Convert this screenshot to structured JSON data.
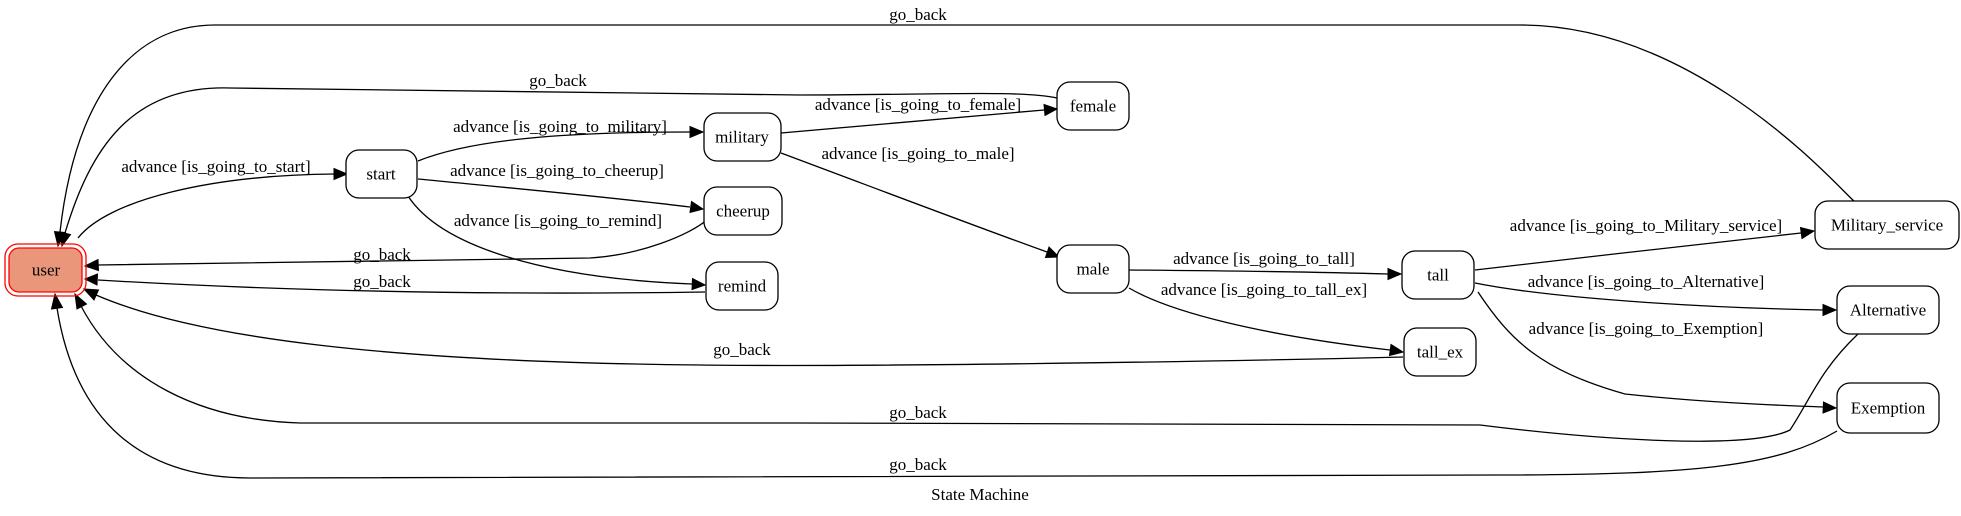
{
  "title": "State Machine",
  "colors": {
    "initial_fill": "#e9967a",
    "initial_stroke": "#ff0000",
    "node_stroke": "#000000",
    "edge": "#000000"
  },
  "nodes": {
    "user": "user",
    "start": "start",
    "military": "military",
    "cheerup": "cheerup",
    "remind": "remind",
    "female": "female",
    "male": "male",
    "tall": "tall",
    "tall_ex": "tall_ex",
    "military_service": "Military_service",
    "alternative": "Alternative",
    "exemption": "Exemption"
  },
  "edges": [
    {
      "from": "user",
      "to": "start",
      "label": "advance [is_going_to_start]"
    },
    {
      "from": "start",
      "to": "military",
      "label": "advance [is_going_to_military]"
    },
    {
      "from": "start",
      "to": "cheerup",
      "label": "advance [is_going_to_cheerup]"
    },
    {
      "from": "start",
      "to": "remind",
      "label": "advance [is_going_to_remind]"
    },
    {
      "from": "military",
      "to": "female",
      "label": "advance [is_going_to_female]"
    },
    {
      "from": "military",
      "to": "male",
      "label": "advance [is_going_to_male]"
    },
    {
      "from": "male",
      "to": "tall",
      "label": "advance [is_going_to_tall]"
    },
    {
      "from": "male",
      "to": "tall_ex",
      "label": "advance [is_going_to_tall_ex]"
    },
    {
      "from": "tall",
      "to": "Military_service",
      "label": "advance [is_going_to_Military_service]"
    },
    {
      "from": "tall",
      "to": "Alternative",
      "label": "advance [is_going_to_Alternative]"
    },
    {
      "from": "tall",
      "to": "Exemption",
      "label": "advance [is_going_to_Exemption]"
    },
    {
      "from": "Military_service",
      "to": "user",
      "label": "go_back"
    },
    {
      "from": "female",
      "to": "user",
      "label": "go_back"
    },
    {
      "from": "cheerup",
      "to": "user",
      "label": "go_back"
    },
    {
      "from": "remind",
      "to": "user",
      "label": "go_back"
    },
    {
      "from": "tall_ex",
      "to": "user",
      "label": "go_back"
    },
    {
      "from": "Alternative",
      "to": "user",
      "label": "go_back"
    },
    {
      "from": "Exemption",
      "to": "user",
      "label": "go_back"
    }
  ]
}
